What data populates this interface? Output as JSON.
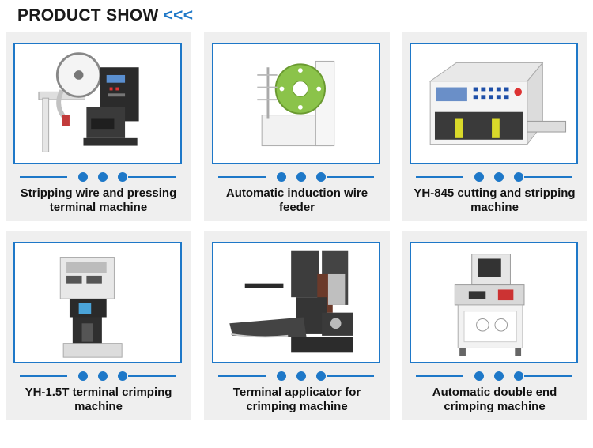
{
  "header": {
    "title": "PRODUCT SHOW",
    "chevrons": "<<<"
  },
  "accent_color": "#1e78c8",
  "products": [
    {
      "caption": "Stripping wire and pressing terminal machine",
      "icon": "stripping-pressing-machine-photo"
    },
    {
      "caption": "Automatic induction wire feeder",
      "icon": "wire-feeder-photo"
    },
    {
      "caption": "YH-845 cutting and stripping machine",
      "icon": "cutting-stripping-machine-photo"
    },
    {
      "caption": "YH-1.5T terminal crimping machine",
      "icon": "crimping-machine-photo"
    },
    {
      "caption": "Terminal applicator for crimping machine",
      "icon": "terminal-applicator-photo"
    },
    {
      "caption": "Automatic double end crimping machine",
      "icon": "double-end-crimping-machine-photo"
    }
  ]
}
